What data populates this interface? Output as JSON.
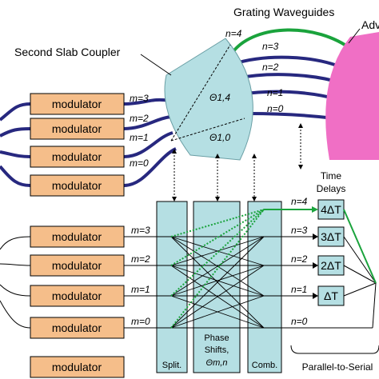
{
  "titles": {
    "grating": "Grating Waveguides",
    "second_slab": "Second Slab Coupler",
    "awg_partial": "Adv",
    "time_delays_line1": "Time",
    "time_delays_line2": "Delays",
    "parallel_to_serial": "Parallel-to-Serial"
  },
  "top_modulators": [
    "modulator",
    "modulator",
    "modulator",
    "modulator"
  ],
  "top_m_labels": [
    "m=3",
    "m=2",
    "m=1",
    "m=0"
  ],
  "bottom_modulators": [
    "modulator",
    "modulator",
    "modulator",
    "modulator",
    "modulator"
  ],
  "bottom_m_labels": [
    "m=3",
    "m=2",
    "m=1",
    "m=0"
  ],
  "grating_n_labels": [
    "n=4",
    "n=3",
    "n=2",
    "n=1",
    "n=0"
  ],
  "theta_labels": [
    "Θ1,4",
    "Θ1,0"
  ],
  "bottom_n_labels": [
    "n=4",
    "n=3",
    "n=2",
    "n=1",
    "n=0"
  ],
  "delays": [
    "4ΔT",
    "3ΔT",
    "2ΔT",
    "ΔT"
  ],
  "blocks": {
    "split": "Split.",
    "phase_line1": "Phase",
    "phase_line2": "Shifts,",
    "phase_line3": "Θm,n",
    "comb": "Comb."
  },
  "colors": {
    "waveguide": "#27287f",
    "green": "#1aa33c",
    "modulator_fill": "#f5be8a",
    "block_fill": "#b5dfe3",
    "slab_fill": "#b5dfe3",
    "pink": "#f06fc5"
  }
}
